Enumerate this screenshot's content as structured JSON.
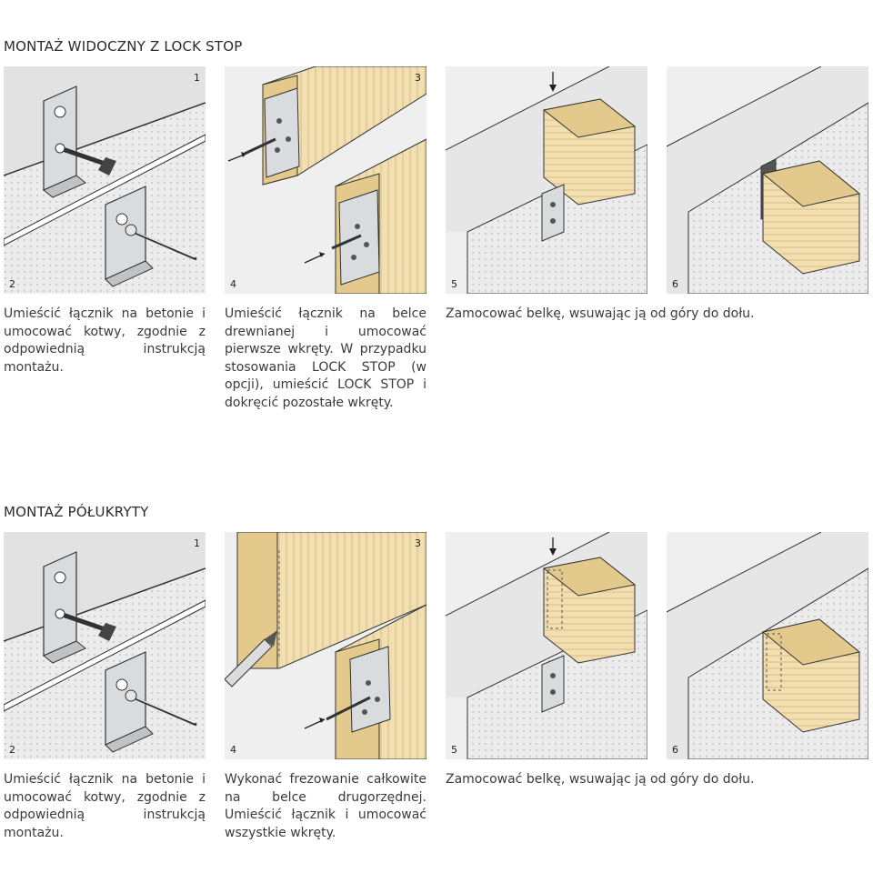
{
  "sections": [
    {
      "title": "MONTAŻ WIDOCZNY Z LOCK STOP",
      "panels": [
        {
          "top_number": "1",
          "bottom_number": "2"
        },
        {
          "top_number": "3",
          "bottom_number": "4"
        },
        {
          "bottom_number": "5"
        },
        {
          "bottom_number": "6"
        }
      ],
      "captions": [
        "Umieścić łącznik na betonie i umocować kotwy, zgodnie z odpowiednią instrukcją montażu.",
        "Umieścić łącznik na belce drewnianej i umocować pierwsze wkręty. W przypadku stosowania LOCK STOP (w opcji), umieścić LOCK STOP i dokręcić pozostałe wkręty.",
        "Zamocować belkę, wsuwając ją od góry do dołu."
      ]
    },
    {
      "title": "MONTAŻ PÓŁUKRYTY",
      "panels": [
        {
          "top_number": "1",
          "bottom_number": "2"
        },
        {
          "top_number": "3",
          "bottom_number": "4"
        },
        {
          "bottom_number": "5"
        },
        {
          "bottom_number": "6"
        }
      ],
      "captions": [
        "Umieścić łącznik na betonie i umocować kotwy, zgodnie z odpowiednią instrukcją montażu.",
        "Wykonać frezowanie całkowite na belce drugorzędnej. Umieścić łącznik i umocować wszystkie wkręty.",
        "Zamocować belkę, wsuwając ją od góry do dołu."
      ]
    }
  ],
  "colors": {
    "panel_bg": "#efefef",
    "concrete": "#e6e6e6",
    "wood_light": "#f1dfb2",
    "wood_dark": "#e3c98c",
    "metal": "#d9dcde"
  },
  "icons": [
    "bracket-icon",
    "anchor-icon",
    "screw-icon",
    "arrow-icon",
    "beam-icon",
    "drill-icon"
  ]
}
